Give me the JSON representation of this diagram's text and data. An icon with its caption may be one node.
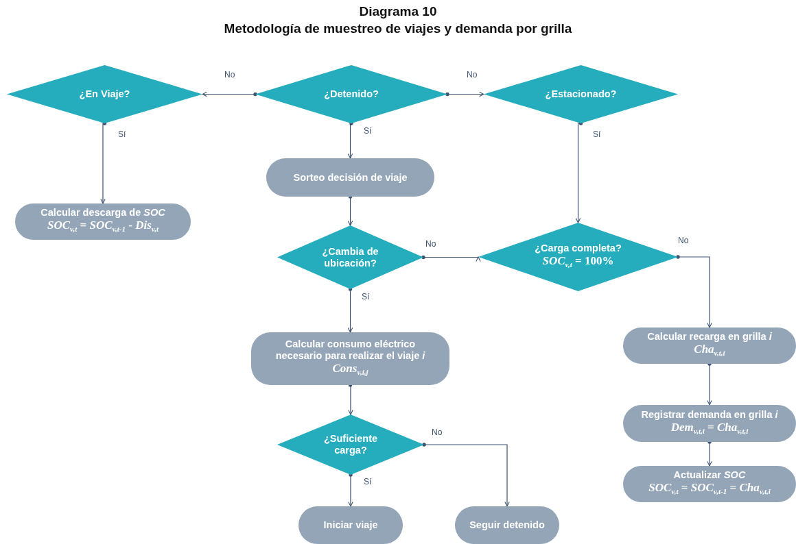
{
  "diagram": {
    "title": "Diagrama 10",
    "labels": [
      "Metodología de muestreo de viajes y demanda por grilla"
    ],
    "nodes": [
      {
        "text": [
          "¿En Viaje?"
        ]
      },
      {
        "text": [
          "¿Detenido?"
        ]
      },
      {
        "text": [
          "¿Estacionado?"
        ]
      },
      {
        "text": [
          "Calcular descarga de *SOC*",
          "*SOC*$_{v,t}$ = *SOC*$_{v,t-1}$ - *Dis*$_{v,t}$"
        ]
      },
      {
        "text": [
          "Sorteo decisión de viaje"
        ]
      },
      {
        "text": [
          "¿Cambia de ubicación?"
        ]
      },
      {
        "text": [
          "¿Carga completa?",
          "*SOC*$_{v,t}$ = 100%"
        ]
      },
      {
        "text": [
          "Calcular consumo eléctrico necesario para realizar el viaje *i*",
          "*Cons*$_{v,i,j}$"
        ]
      },
      {
        "text": [
          "Calcular recarga en grilla *i*",
          "*Cha*$_{v,t,i}$"
        ]
      },
      {
        "text": [
          "¿Suficiente carga?"
        ]
      },
      {
        "text": [
          "Registrar demanda en grilla *i*",
          "*Dem*$_{v,t,i}$ = *Cha*$_{v,t,i}$"
        ]
      },
      {
        "text": [
          "Iniciar viaje"
        ]
      },
      {
        "text": [
          "Seguir detenido"
        ]
      },
      {
        "text": [
          "Actualizar *SOC*",
          "*SOC*$_{v,t}$ = *SOC*$_{v,t-1}$ = *Cha*$_{v,t,i}$"
        ]
      }
    ],
    "edges": [
      {
        "from": 1,
        "to": 0,
        "arrow": "to",
        "label": "No"
      },
      {
        "from": 1,
        "to": 2,
        "arrow": "to",
        "label": "No"
      },
      {
        "from": 0,
        "to": 3,
        "arrow": "to",
        "label": "Sí"
      },
      {
        "from": 1,
        "to": 4,
        "arrow": "to",
        "label": "Sí"
      },
      {
        "from": 2,
        "to": 6,
        "arrow": "to",
        "label": "Sí"
      },
      {
        "from": 4,
        "to": 5,
        "arrow": "to"
      },
      {
        "from": 5,
        "to": 6,
        "arrow": "to",
        "label": "No"
      },
      {
        "from": 5,
        "to": 7,
        "arrow": "to",
        "label": "Sí"
      },
      {
        "from": 6,
        "to": 8,
        "arrow": "to",
        "label": "No"
      },
      {
        "from": 7,
        "to": 9,
        "arrow": "to"
      },
      {
        "from": 8,
        "to": 10,
        "arrow": "to"
      },
      {
        "from": 9,
        "to": 11,
        "arrow": "to",
        "label": "Sí"
      },
      {
        "from": 9,
        "to": 12,
        "arrow": "to",
        "label": "No"
      },
      {
        "from": 10,
        "to": 13,
        "arrow": "to"
      }
    ]
  }
}
